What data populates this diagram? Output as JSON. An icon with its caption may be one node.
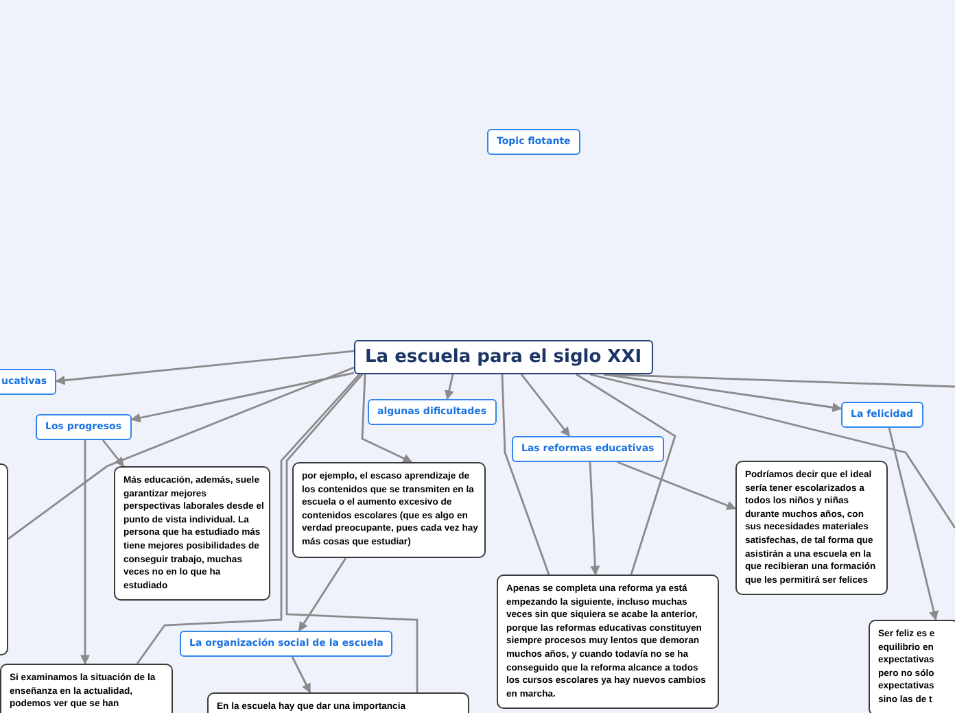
{
  "diagram": {
    "nodes": [
      {
        "text": [
          "Topic flotante"
        ]
      },
      {
        "text": [
          "La escuela para el siglo XXI"
        ]
      },
      {
        "text": [
          "ucativas"
        ]
      },
      {
        "text": [
          "Los progresos"
        ]
      },
      {
        "text": [
          "algunas dificultades"
        ]
      },
      {
        "text": [
          "Las reformas educativas"
        ]
      },
      {
        "text": [
          "La felicidad"
        ]
      },
      {
        "text": [],
        "shape": "box"
      },
      {
        "text": [
          "Más educación, además, suele garantizar mejores perspectivas laborales desde el punto de vista individual. La persona que ha estudiado más tiene mejores posibilidades de conseguir trabajo, muchas veces no en lo que ha estudiado"
        ]
      },
      {
        "text": [
          "por ejemplo, el escaso aprendizaje de los contenidos que se transmiten en la escuela o el aumento excesivo de contenidos escolares (que es algo en verdad preocupante, pues cada vez hay más cosas que estudiar)"
        ]
      },
      {
        "text": [
          "Podríamos decir que el ideal sería tener escolarizados a todos los niños y niñas durante muchos años, con sus necesidades materiales satisfechas, de tal forma que asistirán a una escuela en la que recibieran una formación que les permitirá ser felices"
        ]
      },
      {
        "text": [
          "Apenas se completa una reforma ya está empezando la siguiente, incluso muchas veces sin que siquiera se acabe la anterior, porque las reformas educativas constituyen siempre procesos muy lentos que demoran muchos años, y cuando todavía no se ha conseguido que la reforma alcance a todos los cursos escolares ya hay nuevos cambios en marcha."
        ]
      },
      {
        "text": [
          "La organización social de la escuela"
        ]
      },
      {
        "text": [
          "Si examinamos la situación de la enseñanza en la actualidad, podemos ver que se han"
        ]
      },
      {
        "text": [
          "En la escuela hay que dar una importancia"
        ]
      },
      {
        "text": [
          "Ser feliz es e equilibrio en expectativas pero no sólo expectativas sino las de t"
        ]
      }
    ],
    "edges": [
      {
        "from": 1,
        "to": 2,
        "arrow": "to"
      },
      {
        "from": 1,
        "to": 3,
        "arrow": "to"
      },
      {
        "from": 1,
        "to": 4,
        "arrow": "to"
      },
      {
        "from": 1,
        "to": 9,
        "arrow": "to"
      },
      {
        "from": 1,
        "to": 5,
        "arrow": "to"
      },
      {
        "from": 1,
        "to": 6,
        "arrow": "to"
      },
      {
        "from": 1,
        "to": null,
        "arrow": "none"
      },
      {
        "from": 1,
        "to": null,
        "arrow": "none"
      },
      {
        "from": 1,
        "to": 7,
        "arrow": "none"
      },
      {
        "from": 1,
        "to": 13,
        "arrow": "none"
      },
      {
        "from": 1,
        "to": 14,
        "arrow": "none"
      },
      {
        "from": 1,
        "to": 11,
        "arrow": "none"
      },
      {
        "from": 1,
        "to": 11,
        "arrow": "none"
      },
      {
        "from": 5,
        "to": 11,
        "arrow": "to"
      },
      {
        "from": 5,
        "to": 10,
        "arrow": "to"
      },
      {
        "from": 6,
        "to": 15,
        "arrow": "to"
      },
      {
        "from": 3,
        "to": 8,
        "arrow": "to"
      },
      {
        "from": 3,
        "to": 13,
        "arrow": "to"
      },
      {
        "from": 9,
        "to": 12,
        "arrow": "to"
      },
      {
        "from": 12,
        "to": 14,
        "arrow": "to"
      }
    ]
  }
}
